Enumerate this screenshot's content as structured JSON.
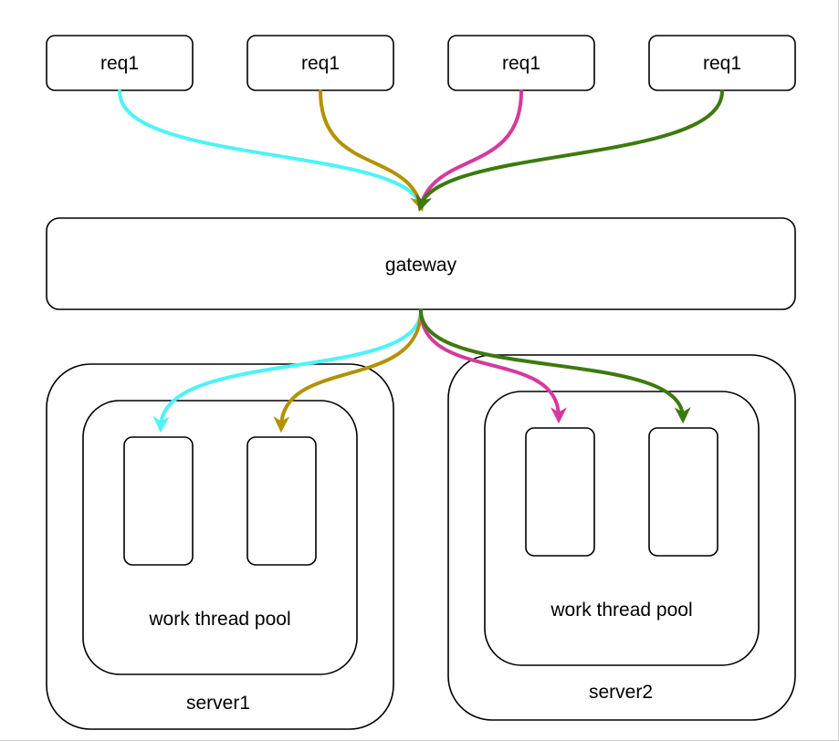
{
  "requests": [
    {
      "label": "req1",
      "color": "#4df3f7"
    },
    {
      "label": "req1",
      "color": "#b39200"
    },
    {
      "label": "req1",
      "color": "#d6399d"
    },
    {
      "label": "req1",
      "color": "#3d7a0e"
    }
  ],
  "gateway": {
    "label": "gateway"
  },
  "servers": [
    {
      "label": "server1",
      "pool_label": "work thread pool"
    },
    {
      "label": "server2",
      "pool_label": "work thread pool"
    }
  ]
}
